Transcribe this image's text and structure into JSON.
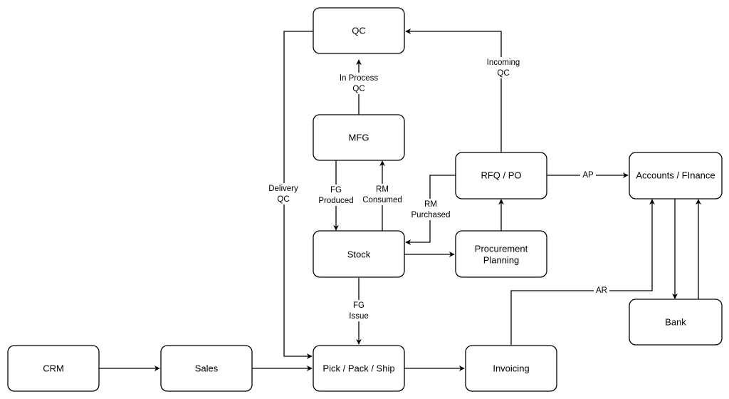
{
  "nodes": {
    "qc": "QC",
    "mfg": "MFG",
    "stock": "Stock",
    "rfq_po": "RFQ / PO",
    "procurement_planning": [
      "Procurement",
      "Planning"
    ],
    "accounts_finance": "Accounts / FInance",
    "bank": "Bank",
    "crm": "CRM",
    "sales": "Sales",
    "pick_pack_ship": "Pick / Pack / Ship",
    "invoicing": "Invoicing"
  },
  "edges": {
    "in_process_qc": [
      "In Process",
      "QC"
    ],
    "incoming_qc": [
      "Incoming",
      "QC"
    ],
    "delivery_qc": [
      "Delivery",
      "QC"
    ],
    "fg_produced": [
      "FG",
      "Produced"
    ],
    "rm_consumed": [
      "RM",
      "Consumed"
    ],
    "rm_purchased": [
      "RM",
      "Purchased"
    ],
    "ap": "AP",
    "ar": "AR",
    "fg_issue": [
      "FG",
      "Issue"
    ]
  },
  "colors": {
    "stroke": "#000000",
    "fill": "#ffffff",
    "text": "#000000"
  }
}
